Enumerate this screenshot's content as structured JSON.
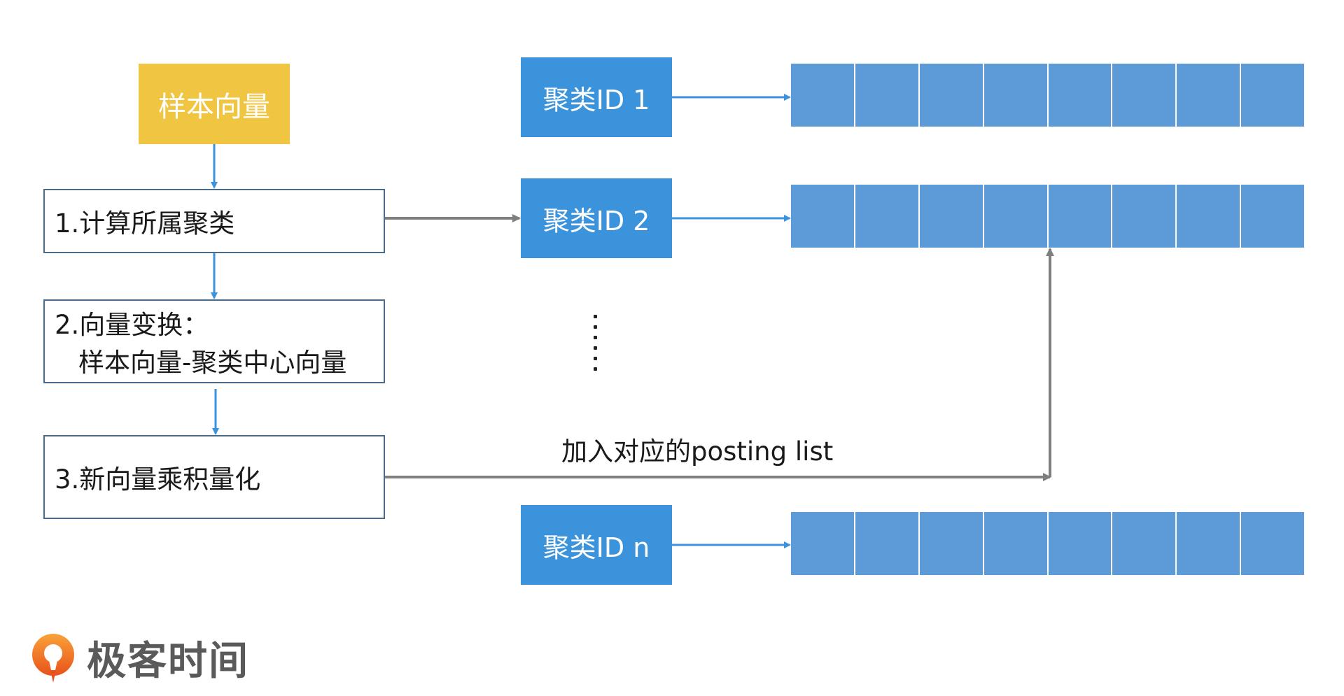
{
  "nodes": {
    "sample_vector": "样本向量",
    "step1": "1.计算所属聚类",
    "step2_line1": "2.向量变换：",
    "step2_line2": "样本向量-聚类中心向量",
    "step3": "3.新向量乘积量化",
    "cluster_1": "聚类ID 1",
    "cluster_2": "聚类ID 2",
    "cluster_n": "聚类ID n"
  },
  "edge_label": "加入对应的posting list",
  "logo": {
    "text": "极客时间"
  },
  "posting_list_cells": 8,
  "colors": {
    "sample_box": "#f0c542",
    "cluster_box": "#3b93dc",
    "posting_cell": "#5d9bd8",
    "flow_arrow": "#3b93dc",
    "gray_arrow": "#7f7f7f",
    "step_border": "#4a6b8a",
    "logo_orange": "#f26b1d"
  }
}
